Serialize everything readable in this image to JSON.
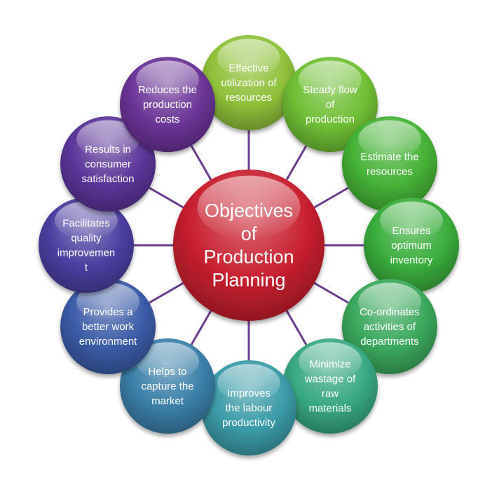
{
  "center": {
    "lines": [
      "Objectives",
      "of",
      "Production",
      "Planning"
    ],
    "color": "#c8202f"
  },
  "nodes": [
    {
      "lines": [
        "Effective",
        "utilization of",
        "resources"
      ],
      "color": "#8fc13a"
    },
    {
      "lines": [
        "Steady flow",
        "of",
        "production"
      ],
      "color": "#6fbf35"
    },
    {
      "lines": [
        "Estimate the",
        "resources"
      ],
      "color": "#45b236"
    },
    {
      "lines": [
        "Ensures",
        "optimum",
        "inventory"
      ],
      "color": "#3aad3c"
    },
    {
      "lines": [
        "Co-ordinates",
        "activities of",
        "departments"
      ],
      "color": "#3aa85c"
    },
    {
      "lines": [
        "Minimize",
        "wastage of",
        "raw",
        "materials"
      ],
      "color": "#38a883"
    },
    {
      "lines": [
        "Improves",
        "the labour",
        "productivity"
      ],
      "color": "#3a9ba8"
    },
    {
      "lines": [
        "Helps to",
        "capture the",
        "market"
      ],
      "color": "#3a7fa8"
    },
    {
      "lines": [
        "Provides a",
        "better work",
        "environment"
      ],
      "color": "#3a5ba6"
    },
    {
      "lines": [
        "Facilitates",
        "quality",
        "improvemen",
        "t"
      ],
      "color": "#4a3fa0"
    },
    {
      "lines": [
        "Results in",
        "consumer",
        "satisfaction"
      ],
      "color": "#5b3598"
    },
    {
      "lines": [
        "Reduces the",
        "production",
        "costs"
      ],
      "color": "#6a3496"
    }
  ]
}
